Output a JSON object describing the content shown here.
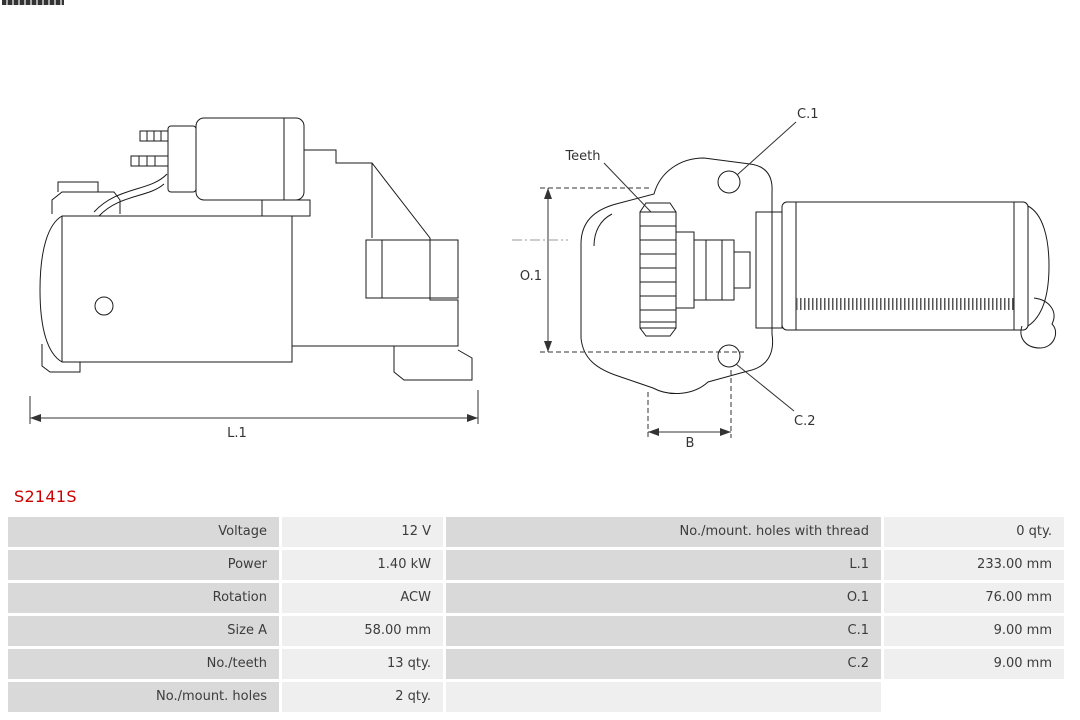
{
  "part_number": "S2141S",
  "diagram_labels": {
    "l1": "L.1",
    "teeth": "Teeth",
    "c1": "C.1",
    "c2": "C.2",
    "o1": "O.1",
    "b": "B"
  },
  "spec_table": {
    "rows": [
      {
        "label_left": "Voltage",
        "value_left": "12 V",
        "label_right": "No./mount. holes with thread",
        "value_right": "0 qty."
      },
      {
        "label_left": "Power",
        "value_left": "1.40 kW",
        "label_right": "L.1",
        "value_right": "233.00 mm"
      },
      {
        "label_left": "Rotation",
        "value_left": "ACW",
        "label_right": "O.1",
        "value_right": "76.00 mm"
      },
      {
        "label_left": "Size A",
        "value_left": "58.00 mm",
        "label_right": "C.1",
        "value_right": "9.00 mm"
      },
      {
        "label_left": "No./teeth",
        "value_left": "13 qty.",
        "label_right": "C.2",
        "value_right": "9.00 mm"
      },
      {
        "label_left": "No./mount. holes",
        "value_left": "2 qty.",
        "label_right": "",
        "value_right": ""
      }
    ]
  },
  "colors": {
    "part_number": "#cc0000",
    "label_cell": "#d9d9d9",
    "value_cell": "#efefef",
    "line": "#1a1a1a"
  }
}
